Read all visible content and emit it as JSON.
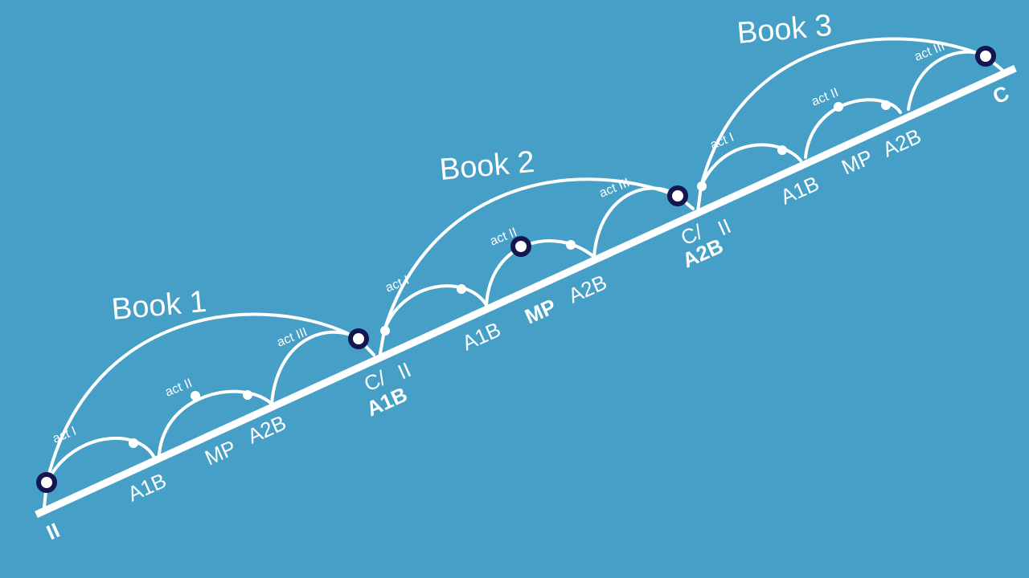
{
  "background_color": "#459fc7",
  "line_color": "#ffffff",
  "marker_color": "#13164f",
  "books": [
    {
      "title": "Book 1",
      "acts": [
        "act I",
        "act II",
        "act III"
      ],
      "beats": [
        "A1B",
        "MP",
        "A2B"
      ]
    },
    {
      "title": "Book 2",
      "acts": [
        "act I",
        "act II",
        "act III"
      ],
      "beats": [
        "A1B",
        "MP",
        "A2B"
      ]
    },
    {
      "title": "Book 3",
      "acts": [
        "act I",
        "act II",
        "act III"
      ],
      "beats": [
        "A1B",
        "MP",
        "A2B"
      ]
    }
  ],
  "boundaries": {
    "start": "II",
    "b1_top": "C/",
    "b1_right": "II",
    "b1_bottom": "A1B",
    "b2_top": "C/",
    "b2_right": "II",
    "b2_bottom": "A2B",
    "end": "C"
  }
}
